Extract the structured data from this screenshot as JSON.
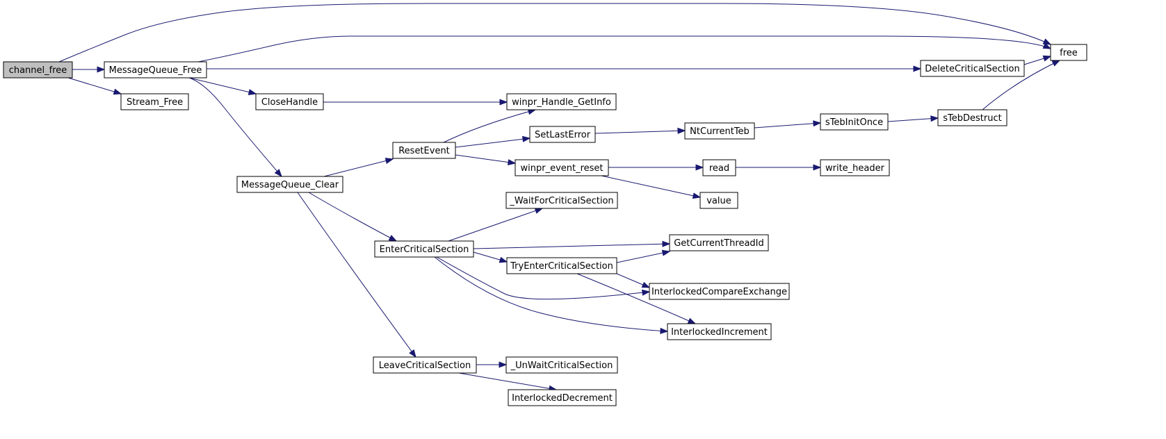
{
  "diagram": {
    "nodes": [
      {
        "id": "channel_free",
        "label": "channel_free",
        "root": true
      },
      {
        "id": "MessageQueue_Free",
        "label": "MessageQueue_Free"
      },
      {
        "id": "Stream_Free",
        "label": "Stream_Free"
      },
      {
        "id": "free",
        "label": "free"
      },
      {
        "id": "DeleteCriticalSection",
        "label": "DeleteCriticalSection"
      },
      {
        "id": "CloseHandle",
        "label": "CloseHandle"
      },
      {
        "id": "winpr_Handle_GetInfo",
        "label": "winpr_Handle_GetInfo"
      },
      {
        "id": "MessageQueue_Clear",
        "label": "MessageQueue_Clear"
      },
      {
        "id": "ResetEvent",
        "label": "ResetEvent"
      },
      {
        "id": "SetLastError",
        "label": "SetLastError"
      },
      {
        "id": "NtCurrentTeb",
        "label": "NtCurrentTeb"
      },
      {
        "id": "sTebInitOnce",
        "label": "sTebInitOnce"
      },
      {
        "id": "sTebDestruct",
        "label": "sTebDestruct"
      },
      {
        "id": "winpr_event_reset",
        "label": "winpr_event_reset"
      },
      {
        "id": "read",
        "label": "read"
      },
      {
        "id": "write_header",
        "label": "write_header"
      },
      {
        "id": "value",
        "label": "value"
      },
      {
        "id": "_WaitForCriticalSection",
        "label": "_WaitForCriticalSection"
      },
      {
        "id": "EnterCriticalSection",
        "label": "EnterCriticalSection"
      },
      {
        "id": "GetCurrentThreadId",
        "label": "GetCurrentThreadId"
      },
      {
        "id": "TryEnterCriticalSection",
        "label": "TryEnterCriticalSection"
      },
      {
        "id": "InterlockedCompareExchange",
        "label": "InterlockedCompareExchange"
      },
      {
        "id": "InterlockedIncrement",
        "label": "InterlockedIncrement"
      },
      {
        "id": "LeaveCriticalSection",
        "label": "LeaveCriticalSection"
      },
      {
        "id": "_UnWaitCriticalSection",
        "label": "_UnWaitCriticalSection"
      },
      {
        "id": "InterlockedDecrement",
        "label": "InterlockedDecrement"
      }
    ],
    "edges": [
      {
        "from": "channel_free",
        "to": "free"
      },
      {
        "from": "channel_free",
        "to": "MessageQueue_Free"
      },
      {
        "from": "channel_free",
        "to": "Stream_Free"
      },
      {
        "from": "MessageQueue_Free",
        "to": "free"
      },
      {
        "from": "MessageQueue_Free",
        "to": "DeleteCriticalSection"
      },
      {
        "from": "MessageQueue_Free",
        "to": "CloseHandle"
      },
      {
        "from": "MessageQueue_Free",
        "to": "MessageQueue_Clear"
      },
      {
        "from": "DeleteCriticalSection",
        "to": "free"
      },
      {
        "from": "CloseHandle",
        "to": "winpr_Handle_GetInfo"
      },
      {
        "from": "MessageQueue_Clear",
        "to": "ResetEvent"
      },
      {
        "from": "MessageQueue_Clear",
        "to": "EnterCriticalSection"
      },
      {
        "from": "MessageQueue_Clear",
        "to": "LeaveCriticalSection"
      },
      {
        "from": "ResetEvent",
        "to": "winpr_Handle_GetInfo"
      },
      {
        "from": "ResetEvent",
        "to": "SetLastError"
      },
      {
        "from": "ResetEvent",
        "to": "winpr_event_reset"
      },
      {
        "from": "SetLastError",
        "to": "NtCurrentTeb"
      },
      {
        "from": "NtCurrentTeb",
        "to": "sTebInitOnce"
      },
      {
        "from": "sTebInitOnce",
        "to": "sTebDestruct"
      },
      {
        "from": "sTebDestruct",
        "to": "free"
      },
      {
        "from": "winpr_event_reset",
        "to": "read"
      },
      {
        "from": "winpr_event_reset",
        "to": "value"
      },
      {
        "from": "read",
        "to": "write_header"
      },
      {
        "from": "EnterCriticalSection",
        "to": "_WaitForCriticalSection"
      },
      {
        "from": "EnterCriticalSection",
        "to": "GetCurrentThreadId"
      },
      {
        "from": "EnterCriticalSection",
        "to": "TryEnterCriticalSection"
      },
      {
        "from": "EnterCriticalSection",
        "to": "InterlockedCompareExchange"
      },
      {
        "from": "EnterCriticalSection",
        "to": "InterlockedIncrement"
      },
      {
        "from": "TryEnterCriticalSection",
        "to": "GetCurrentThreadId"
      },
      {
        "from": "TryEnterCriticalSection",
        "to": "InterlockedCompareExchange"
      },
      {
        "from": "TryEnterCriticalSection",
        "to": "InterlockedIncrement"
      },
      {
        "from": "LeaveCriticalSection",
        "to": "_UnWaitCriticalSection"
      },
      {
        "from": "LeaveCriticalSection",
        "to": "InterlockedDecrement"
      }
    ],
    "colors": {
      "edge": "#191970",
      "node_border": "#000000",
      "node_fill": "#ffffff",
      "root_fill": "#bfbfbf"
    }
  }
}
